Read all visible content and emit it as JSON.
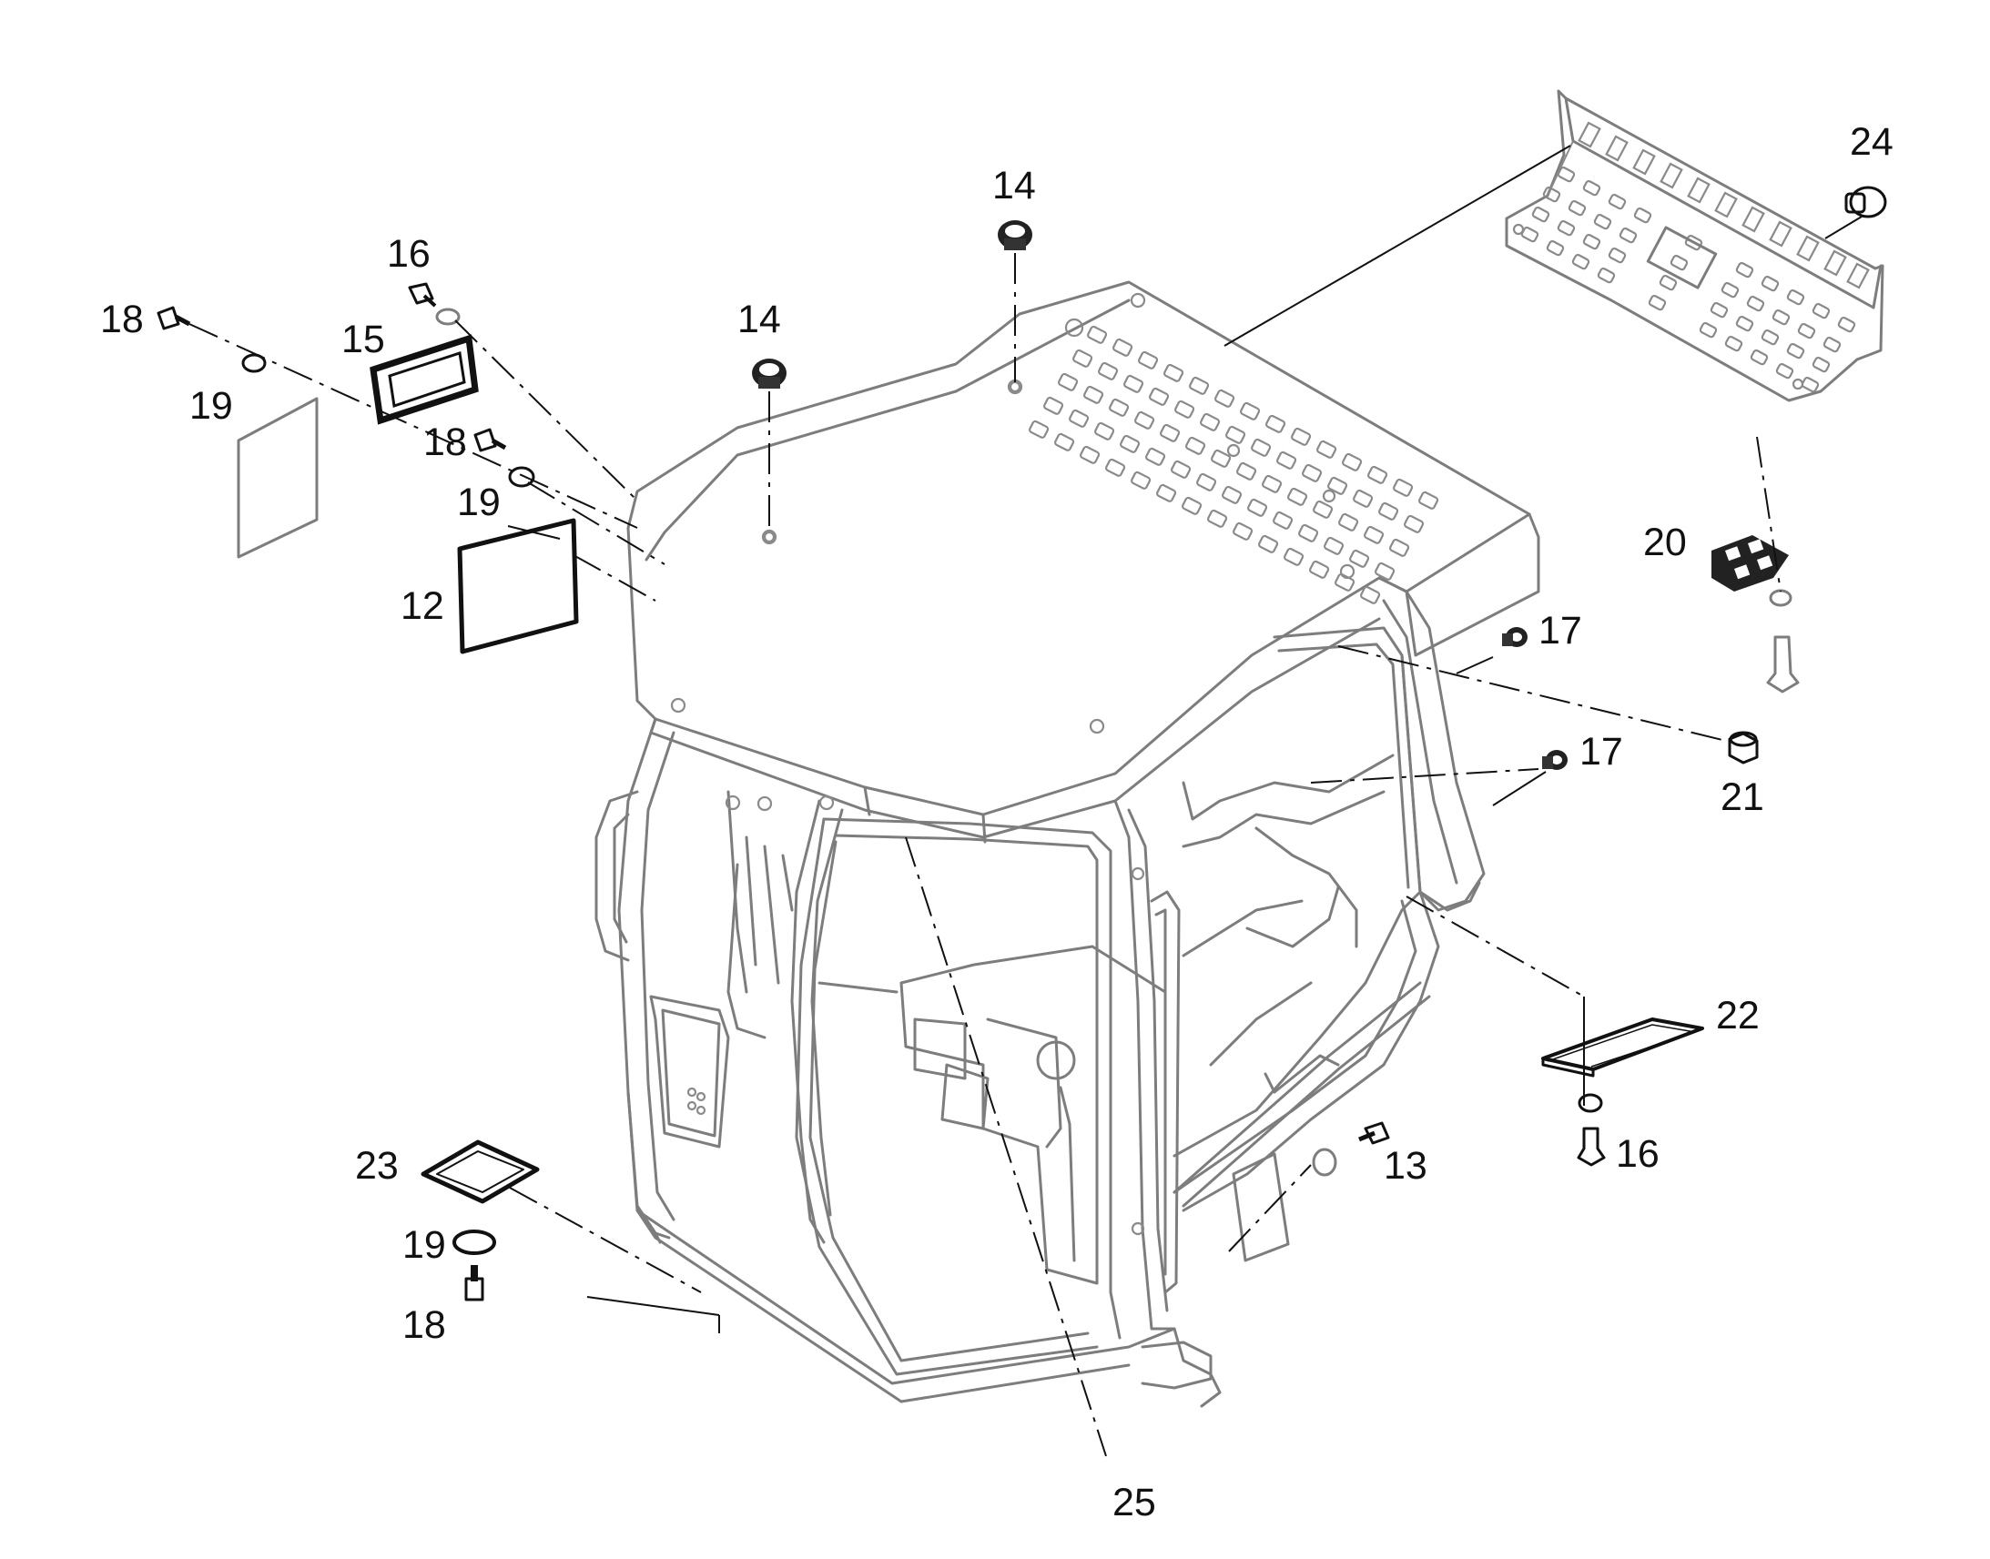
{
  "diagram": {
    "type": "exploded-parts-view",
    "callouts": [
      {
        "id": "c12",
        "label": "12"
      },
      {
        "id": "c13",
        "label": "13"
      },
      {
        "id": "c14a",
        "label": "14"
      },
      {
        "id": "c14b",
        "label": "14"
      },
      {
        "id": "c15",
        "label": "15"
      },
      {
        "id": "c16a",
        "label": "16"
      },
      {
        "id": "c16b",
        "label": "16"
      },
      {
        "id": "c17a",
        "label": "17"
      },
      {
        "id": "c17b",
        "label": "17"
      },
      {
        "id": "c18a",
        "label": "18"
      },
      {
        "id": "c18b",
        "label": "18"
      },
      {
        "id": "c18c",
        "label": "18"
      },
      {
        "id": "c19a",
        "label": "19"
      },
      {
        "id": "c19b",
        "label": "19"
      },
      {
        "id": "c19c",
        "label": "19"
      },
      {
        "id": "c20",
        "label": "20"
      },
      {
        "id": "c21",
        "label": "21"
      },
      {
        "id": "c22",
        "label": "22"
      },
      {
        "id": "c23",
        "label": "23"
      },
      {
        "id": "c24",
        "label": "24"
      },
      {
        "id": "c25",
        "label": "25"
      }
    ]
  }
}
